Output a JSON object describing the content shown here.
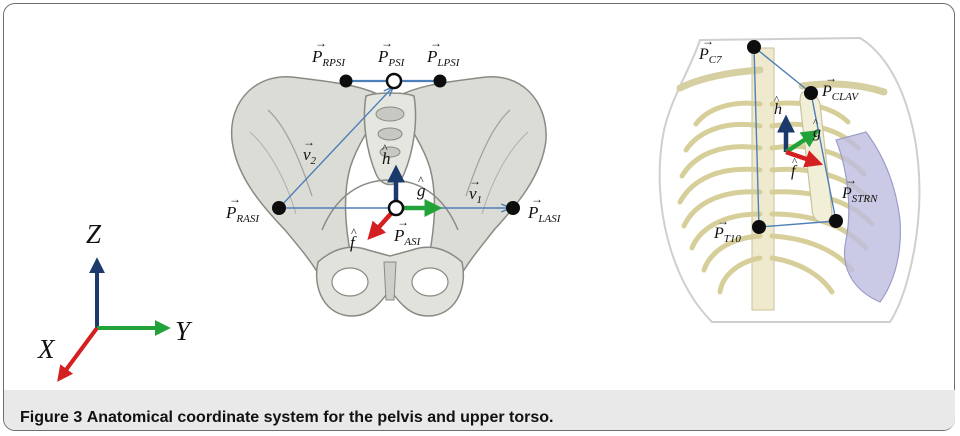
{
  "caption": {
    "label": "Figure 3",
    "text": "Anatomical coordinate system for the pelvis and upper torso."
  },
  "global_axes": {
    "z": "Z",
    "y": "Y",
    "x": "X"
  },
  "pelvis": {
    "labels": {
      "p_rpsi": "P",
      "p_rpsi_sub": "RPSI",
      "p_psi": "P",
      "p_psi_sub": "PSI",
      "p_lpsi": "P",
      "p_lpsi_sub": "LPSI",
      "p_rasi": "P",
      "p_rasi_sub": "RASI",
      "p_lasi": "P",
      "p_lasi_sub": "LASI",
      "p_asi": "P",
      "p_asi_sub": "ASI",
      "v1": "v",
      "v1_sub": "1",
      "v2": "v",
      "v2_sub": "2",
      "h": "h",
      "g": "g",
      "f": "f"
    }
  },
  "torso": {
    "labels": {
      "p_c7": "P",
      "p_c7_sub": "C7",
      "p_clav": "P",
      "p_clav_sub": "CLAV",
      "p_strn": "P",
      "p_strn_sub": "STRN",
      "p_t10": "P",
      "p_t10_sub": "T10",
      "h": "h",
      "g": "g",
      "f": "f"
    }
  },
  "colors": {
    "axis_blue": "#1b3a6b",
    "axis_green": "#22a33a",
    "axis_red": "#d42020",
    "line_blue": "#4f7fb8",
    "bone": "#d9d9d4",
    "rib": "#d7cf9a",
    "cartilage": "#b6b6dc"
  }
}
